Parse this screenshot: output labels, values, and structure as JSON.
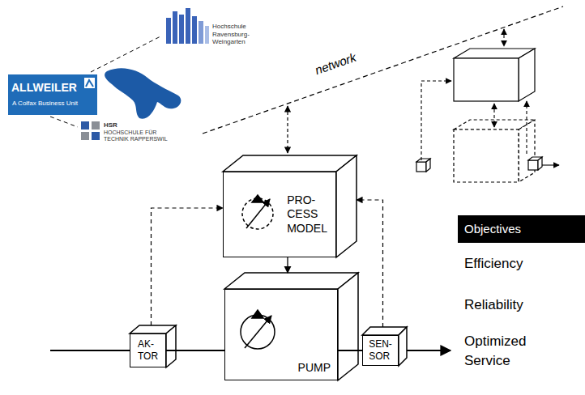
{
  "diagram": {
    "nodes": [
      {
        "text": [
          "PRO- CESS MODEL"
        ]
      },
      {
        "text": [
          "AK- TOR"
        ]
      },
      {
        "text": [
          "PUMP"
        ]
      },
      {
        "text": [
          "SEN- SOR"
        ]
      },
      {
        "text": [
          "Objectives",
          "Efficiency",
          "Reliability",
          "Optimized Service"
        ]
      }
    ],
    "edges": [
      {
        "from": 1,
        "to": 0,
        "arrow": "to"
      },
      {
        "from": 3,
        "to": 0,
        "arrow": "to"
      },
      {
        "from": 0,
        "to": 2,
        "arrow": "to"
      },
      {
        "from": 1,
        "to": 2,
        "arrow": "none"
      },
      {
        "from": 2,
        "to": 3,
        "arrow": "none"
      }
    ],
    "labels": [
      "ALLWEILER",
      "A Colfax Business Unit",
      "Hochschule Ravensburg-Weingarten",
      "HSR",
      "HOCHSCHULE FÜR TECHNIK RAPPERSWIL",
      "network"
    ]
  }
}
